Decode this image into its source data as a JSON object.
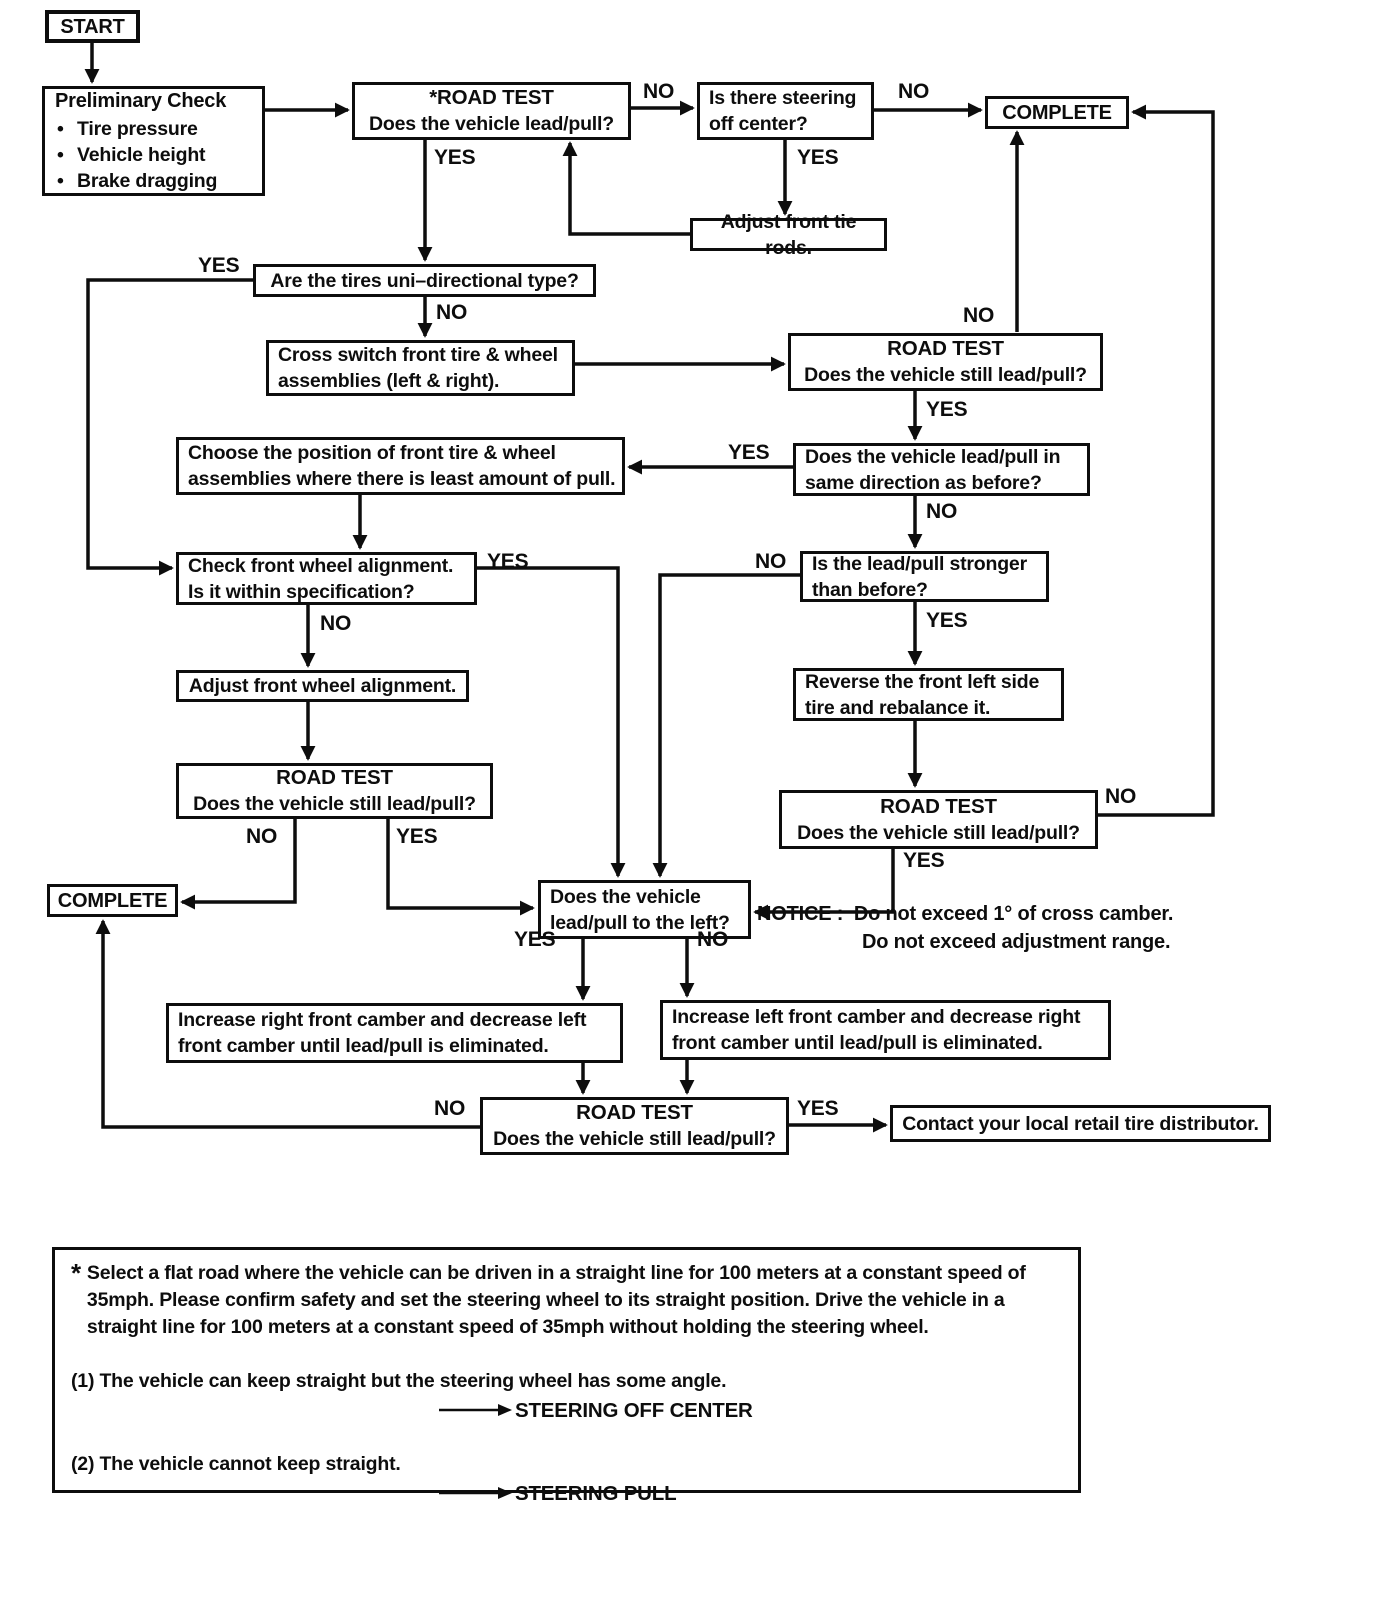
{
  "labels": {
    "yes": "YES",
    "no": "NO"
  },
  "nodes": {
    "start": "START",
    "preliminary": {
      "title": "Preliminary Check",
      "items": [
        "Tire pressure",
        "Vehicle height",
        "Brake dragging"
      ]
    },
    "road_test_1": {
      "title": "*ROAD TEST",
      "question": "Does the vehicle lead/pull?"
    },
    "steering_off_center": "Is there steering off center?",
    "complete_top": "COMPLETE",
    "adjust_tie_rods": "Adjust front tie rods.",
    "tires_unidirectional": "Are the tires uni–directional type?",
    "cross_switch": "Cross switch front tire & wheel assemblies (left & right).",
    "road_test_2": {
      "title": "ROAD TEST",
      "question": "Does the vehicle still lead/pull?"
    },
    "same_direction": "Does the vehicle lead/pull in same direction as before?",
    "choose_position": "Choose the position of front tire & wheel assemblies where there is least amount of pull.",
    "check_alignment": "Check front wheel alignment. Is it within specification?",
    "stronger_than_before": "Is the lead/pull stronger than before?",
    "adjust_alignment": "Adjust front wheel alignment.",
    "reverse_front_left_tire": "Reverse the front left side tire and rebalance it.",
    "road_test_3": {
      "title": "ROAD TEST",
      "question": "Does the vehicle still lead/pull?"
    },
    "road_test_4": {
      "title": "ROAD TEST",
      "question": "Does the vehicle still lead/pull?"
    },
    "complete_left": "COMPLETE",
    "lead_pull_left": "Does the vehicle lead/pull to the left?",
    "camber_left_branch": "Increase right front camber and decrease left front camber until lead/pull is eliminated.",
    "camber_right_branch": "Increase left front camber and decrease right front camber until lead/pull is eliminated.",
    "road_test_5": {
      "title": "ROAD TEST",
      "question": "Does the vehicle still lead/pull?"
    },
    "contact_distributor": "Contact your local retail tire distributor."
  },
  "notice": {
    "label": "NOTICE :",
    "line1": "Do not exceed 1° of cross camber.",
    "line2": "Do not exceed adjustment range."
  },
  "footnote": {
    "star": "*",
    "text": "Select a flat road where the vehicle can be driven in a straight line for 100 meters at a constant speed of 35mph. Please confirm safety and set the steering wheel to its straight position. Drive the vehicle in a straight line for 100 meters at a constant speed of 35mph without holding the steering wheel.",
    "case1": "(1) The vehicle can keep straight but the steering wheel has some angle.",
    "case1_result": "STEERING OFF CENTER",
    "case2": "(2) The vehicle cannot keep straight.",
    "case2_result": "STEERING PULL"
  },
  "icons": {
    "right_arrow": "right-arrow-icon",
    "arrowhead": "arrowhead-icon"
  },
  "colors": {
    "ink": "#0d0d0d",
    "paper": "#ffffff"
  }
}
